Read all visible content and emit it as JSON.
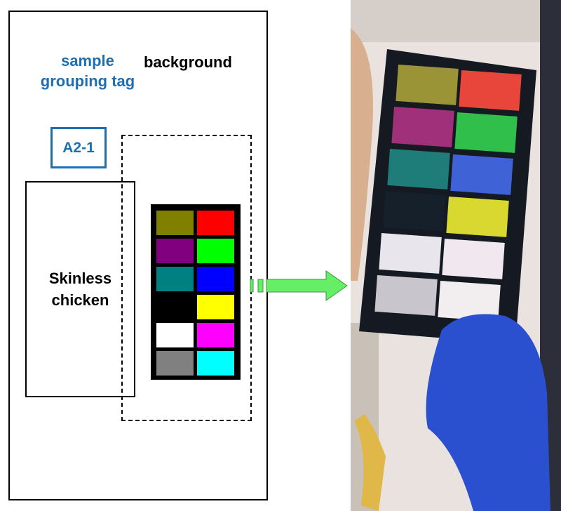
{
  "labels": {
    "tag_title": "sample grouping tag",
    "tag_value": "A2-1",
    "background": "background",
    "chicken": "Skinless chicken"
  },
  "chart_colors": {
    "left": [
      "#808000",
      "#800080",
      "#008080",
      "#000000",
      "#ffffff",
      "#808080"
    ],
    "right": [
      "#ff0000",
      "#00ff00",
      "#0000ff",
      "#ffff00",
      "#ff00ff",
      "#00ffff"
    ]
  },
  "arrow_color": "#66ee66"
}
